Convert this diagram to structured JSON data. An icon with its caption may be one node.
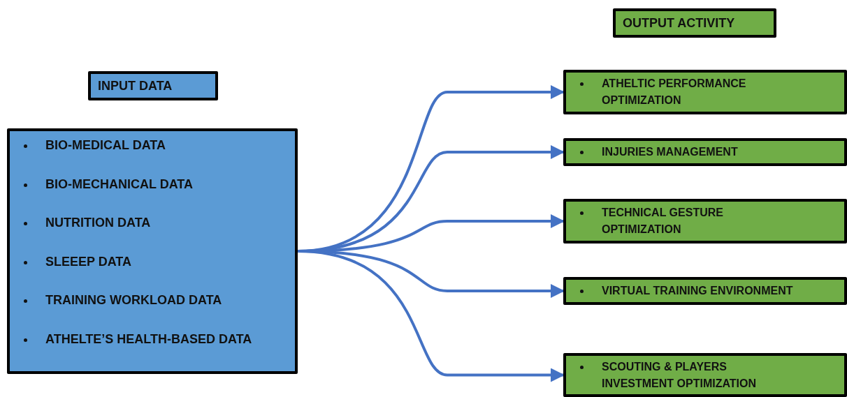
{
  "diagram": {
    "nodes": [
      {
        "text": [
          "INPUT DATA"
        ]
      },
      {
        "text": [
          "BIO-MEDICAL DATA",
          "BIO-MECHANICAL DATA",
          "NUTRITION DATA",
          "SLEEEP DATA",
          "TRAINING WORKLOAD DATA",
          "ATHELTE’S HEALTH-BASED DATA"
        ]
      },
      {
        "text": [
          "OUTPUT ACTIVITY"
        ]
      },
      {
        "text": [
          "ATHELTIC PERFORMANCE OPTIMIZATION"
        ]
      },
      {
        "text": [
          "INJURIES MANAGEMENT"
        ]
      },
      {
        "text": [
          "TECHNICAL GESTURE OPTIMIZATION"
        ]
      },
      {
        "text": [
          "VIRTUAL TRAINING ENVIRONMENT"
        ]
      },
      {
        "text": [
          "SCOUTING & PLAYERS INVESTMENT OPTIMIZATION"
        ]
      }
    ],
    "edges": [
      {
        "from": 1,
        "to": 3,
        "arrow": "to"
      },
      {
        "from": 1,
        "to": 4,
        "arrow": "to"
      },
      {
        "from": 1,
        "to": 5,
        "arrow": "to"
      },
      {
        "from": 1,
        "to": 6,
        "arrow": "to"
      },
      {
        "from": 1,
        "to": 7,
        "arrow": "to"
      }
    ]
  }
}
